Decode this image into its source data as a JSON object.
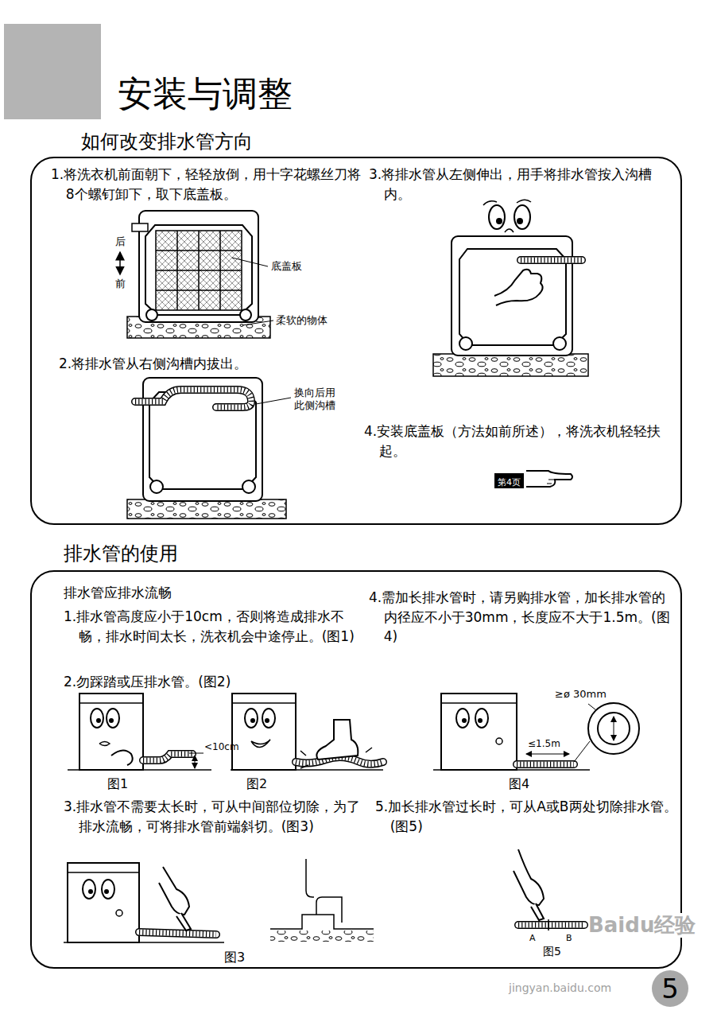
{
  "diagram": {
    "title": "安装与调整",
    "nodes": [
      {
        "text": [
          "如何改变排水管方向",
          "1.将洗衣机前面朝下，轻轻放倒，用十字花螺丝刀将8个螺钉卸下，取下底盖板。",
          "2.将排水管从右侧沟槽内拔出。",
          "3.将排水管从左侧伸出，用手将排水管按入沟槽内。",
          "4.安装底盖板（方法如前所述），将洗衣机轻轻扶起。"
        ]
      },
      {
        "text": [
          "第4页"
        ],
        "in": 0
      },
      {
        "text": [
          "排水管的使用",
          "排水管应排水流畅",
          "1.排水管高度应小于10cm，否则将造成排水不畅，排水时间太长，洗衣机会中途停止。(图1)",
          "2.勿踩踏或压排水管。(图2)",
          "3.排水管不需要太长时，可从中间部位切除，为了排水流畅，可将排水管前端斜切。(图3)",
          "4.需加长排水管时，请另购排水管，加长排水管的内径应不小于30mm，长度应不大于1.5m。(图4)",
          "5.加长排水管过长时，可从A或B两处切除排水管。(图5)"
        ]
      },
      {
        "text": [
          "5"
        ]
      }
    ],
    "labels": [
      "后",
      "前",
      "底盖板",
      "柔软的物体",
      "换向后用此侧沟槽",
      "<10cm",
      "图1",
      "图2",
      "图4",
      "≥ø 30mm",
      "≤1.5m",
      "图3",
      "A",
      "B",
      "图5",
      "Baidu经验",
      "jingyan.baidu.com"
    ]
  }
}
